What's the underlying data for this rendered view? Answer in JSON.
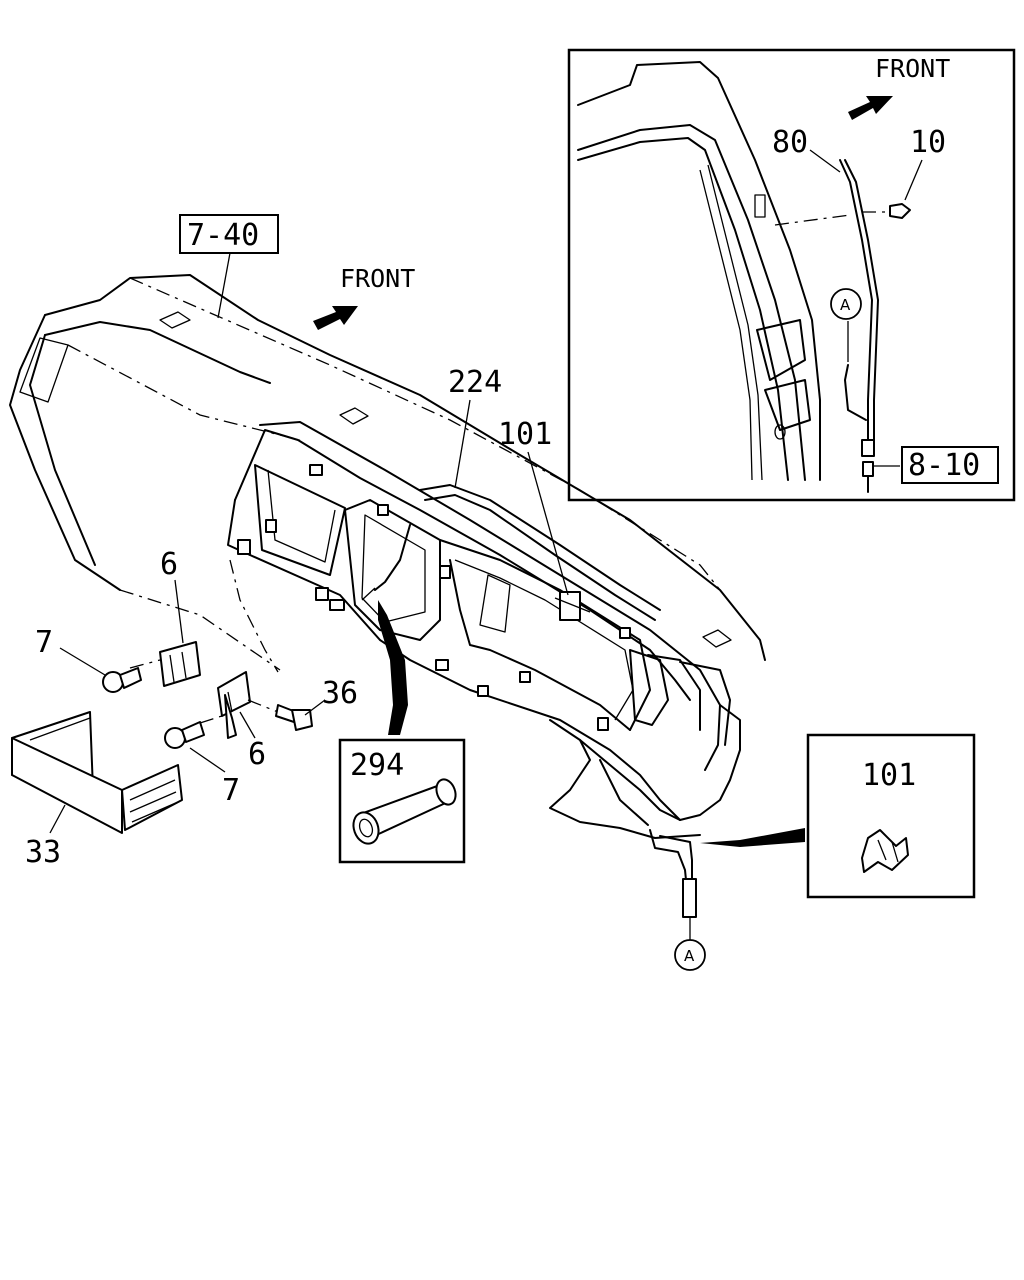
{
  "inset": {
    "front_label": "FRONT",
    "callouts": {
      "p80": "80",
      "p10": "10",
      "ref_8_10": "8-10",
      "conn_a": "A"
    }
  },
  "main": {
    "front_label": "FRONT",
    "callouts": {
      "ref_7_40": "7-40",
      "p224": "224",
      "p101": "101",
      "p6_upper": "6",
      "p7_upper": "7",
      "p36": "36",
      "p6_lower": "6",
      "p7_lower": "7",
      "p33": "33",
      "conn_a": "A"
    }
  },
  "details": {
    "box_294": {
      "label": "294"
    },
    "box_101": {
      "label": "101"
    }
  }
}
